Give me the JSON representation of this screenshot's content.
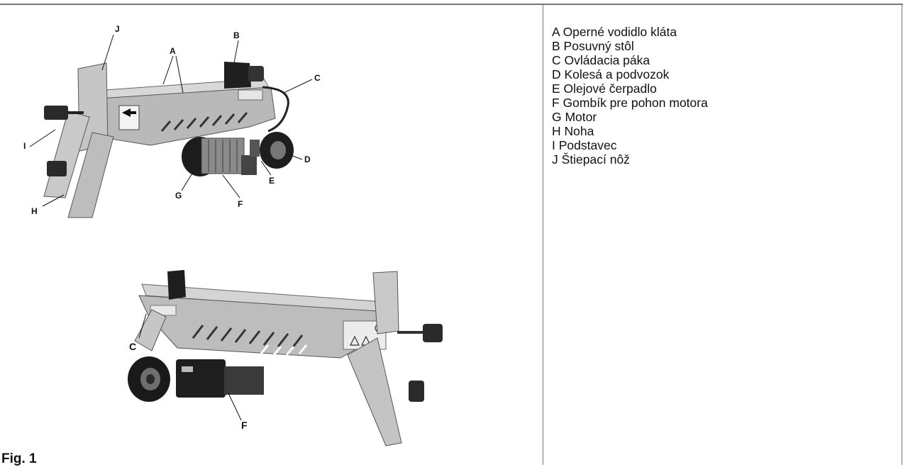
{
  "figure": {
    "caption": "Fig. 1",
    "callouts_top": {
      "A": "A",
      "B": "B",
      "C": "C",
      "D": "D",
      "E": "E",
      "F": "F",
      "G": "G",
      "H": "H",
      "I": "I",
      "J": "J"
    },
    "callouts_bottom": {
      "C": "C",
      "F": "F"
    }
  },
  "legend": {
    "items": [
      "A  Operné vodidlo kláta",
      "B Posuvný stôl",
      "C Ovládacia páka",
      "D Kolesá a podvozok",
      "E Olejové čerpadlo",
      "F Gombík pre pohon motora",
      "G Motor",
      "H Noha",
      "I Podstavec",
      "J Štiepací nôž"
    ]
  }
}
